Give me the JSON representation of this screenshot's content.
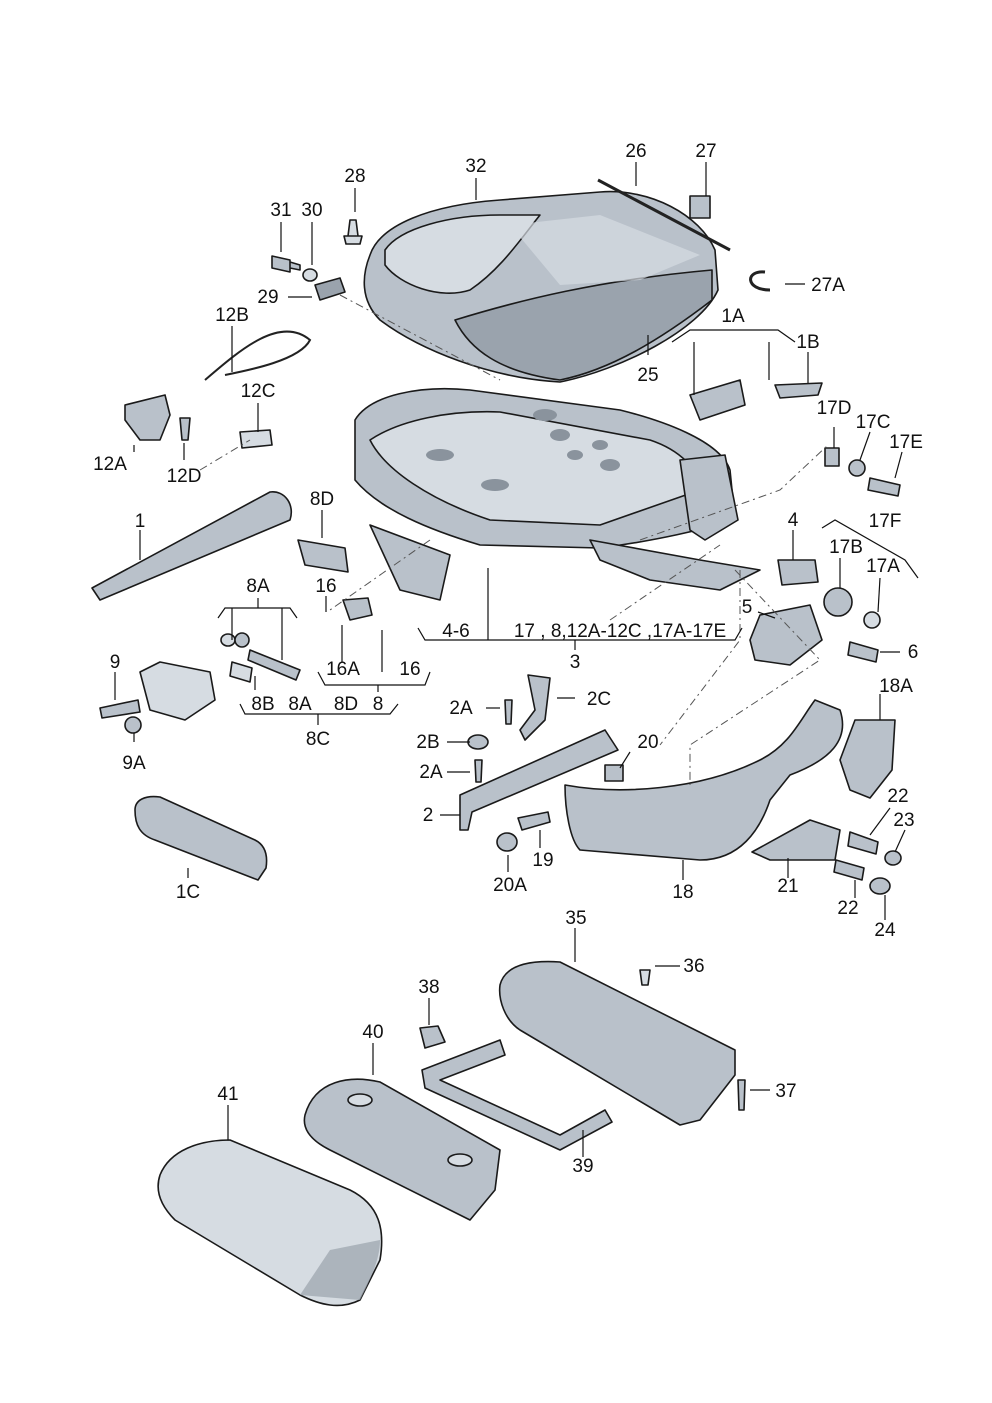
{
  "labels": {
    "l32": "32",
    "l28": "28",
    "l31": "31",
    "l30": "30",
    "l29": "29",
    "l26": "26",
    "l27": "27",
    "l27A": "27A",
    "l1A": "1A",
    "l1B": "1B",
    "l25": "25",
    "l12B": "12B",
    "l12C": "12C",
    "l12A": "12A",
    "l12D": "12D",
    "l17D": "17D",
    "l17C": "17C",
    "l17E": "17E",
    "l1": "1",
    "l8D": "8D",
    "l4": "4",
    "l17F": "17F",
    "l17B": "17B",
    "l17A": "17A",
    "l8A_top": "8A",
    "l16_top": "16",
    "l5": "5",
    "l6": "6",
    "l46": "4-6",
    "l17group": "17 , 8,12A-12C ,17A-17E",
    "l3": "3",
    "l9": "9",
    "l16A": "16A",
    "l16b": "16",
    "l8B": "8B",
    "l8A": "8A",
    "l8Db": "8D",
    "l8": "8",
    "l8C": "8C",
    "l9A": "9A",
    "l2A_a": "2A",
    "l2C": "2C",
    "l18A": "18A",
    "l2B": "2B",
    "l20": "20",
    "l2A_b": "2A",
    "l2": "2",
    "l22a": "22",
    "l23": "23",
    "l19": "19",
    "l1C": "1C",
    "l20A": "20A",
    "l18": "18",
    "l21": "21",
    "l22b": "22",
    "l24": "24",
    "l35": "35",
    "l36": "36",
    "l38": "38",
    "l40": "40",
    "l41": "41",
    "l37": "37",
    "l39": "39"
  }
}
